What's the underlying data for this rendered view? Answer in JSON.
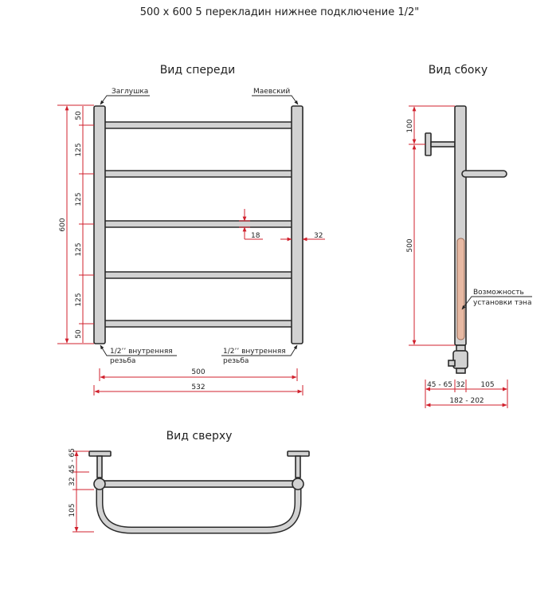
{
  "title": "500 x 600 5 перекладин нижнее подключение 1/2\"",
  "views": {
    "front": "Вид спереди",
    "side": "Вид сбоку",
    "top": "Вид сверху"
  },
  "labels": {
    "plug": "Заглушка",
    "mayevsky": "Маевский",
    "thread_left_1": "1/2’’ внутренняя",
    "thread_left_2": "резьба",
    "thread_right_1": "1/2’’ внутренняя",
    "thread_right_2": "резьба",
    "heater_1": "Возможность",
    "heater_2": "установки тэна"
  },
  "dimensions": {
    "front_height": "600",
    "gap_top": "50",
    "gap_1": "125",
    "gap_2": "125",
    "gap_3": "125",
    "gap_4": "125",
    "gap_bottom": "50",
    "rung_dia": "18",
    "post_dia": "32",
    "axis_width": "500",
    "total_width": "532",
    "side_top": "100",
    "side_height": "500",
    "side_offset": "45 - 65",
    "side_post": "32",
    "side_depth": "105",
    "side_total": "182 - 202",
    "top_offset": "45 - 65",
    "top_post": "32",
    "top_depth": "105"
  },
  "colors": {
    "dimension": "#d0202c",
    "pipe": "#d2d2d2",
    "heater": "#e7b9a3"
  }
}
